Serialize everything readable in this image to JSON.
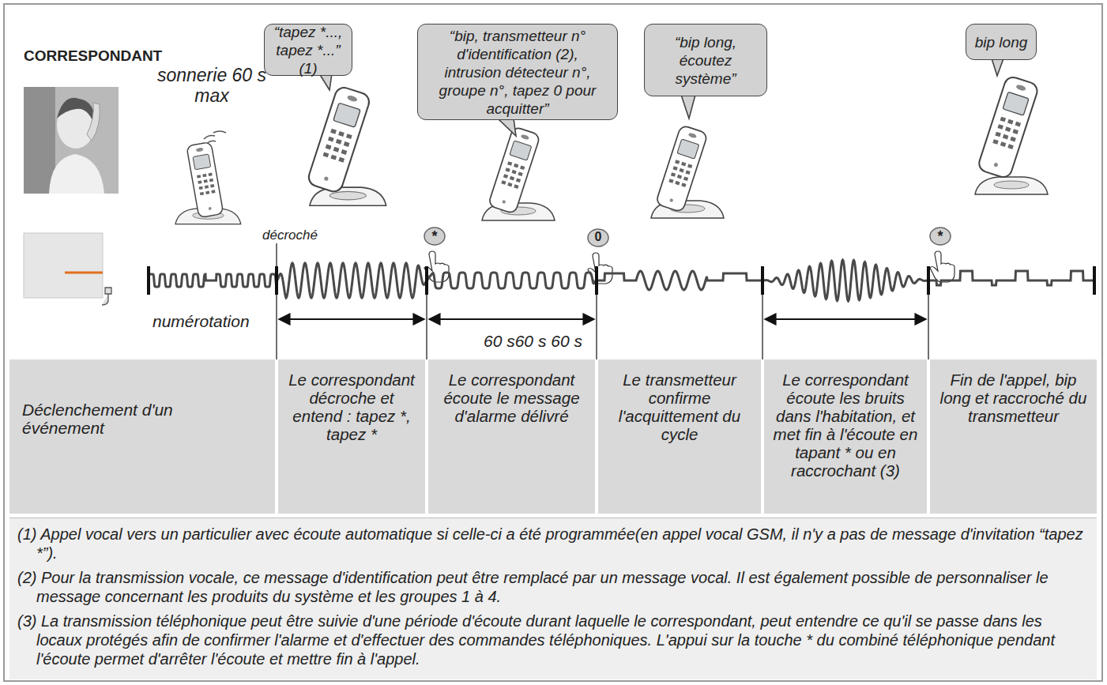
{
  "diagram": {
    "title": "CORRESPONDANT",
    "nodes": [
      {
        "text": [
          "“tapez *..., tapez *...” (1)"
        ]
      },
      {
        "text": [
          "“bip, transmetteur n° d'identification (2), intrusion détecteur n°, groupe n°, tapez 0 pour acquitter”"
        ]
      },
      {
        "text": [
          "“bip long, écoutez système”"
        ]
      },
      {
        "text": [
          "bip long"
        ]
      },
      {
        "text": [
          "Déclenchement d'un événement"
        ]
      },
      {
        "text": [
          "Le correspondant décroche et entend : tapez *, tapez *"
        ]
      },
      {
        "text": [
          "Le correspondant écoute le message d'alarme délivré"
        ]
      },
      {
        "text": [
          "Le transmetteur confirme l'acquittement du cycle"
        ]
      },
      {
        "text": [
          "Le correspondant écoute les bruits dans l'habitation, et met fin à l'écoute en tapant * ou en raccrochant (3)"
        ]
      },
      {
        "text": [
          "Fin de l'appel, bip long et raccroché du transmetteur"
        ]
      },
      {
        "text": [
          "(1) Appel vocal vers un particulier avec écoute automatique si celle-ci a été programmée(en appel vocal GSM, il n'y a pas de message d'invitation “tapez *”).",
          "(2) Pour la transmission vocale, ce message d'identification peut être remplacé par un message vocal. Il est également possible de personnaliser le message concernant les produits du système et les groupes 1 à 4.",
          "(3) La transmission téléphonique peut être suivie d'une période d'écoute durant laquelle le correspondant, peut entendre ce qu'il se passe dans les locaux protégés afin de confirmer l'alarme et d'effectuer des commandes téléphoniques. L'appui sur la touche * du combiné téléphonique pendant l'écoute permet d'arrêter l'écoute et mettre fin à l'appel."
        ]
      }
    ],
    "labels": [
      "sonnerie 60 s max",
      "décroché",
      "*",
      "0",
      "*",
      "numérotation",
      "60 s60 s 60 s"
    ]
  }
}
